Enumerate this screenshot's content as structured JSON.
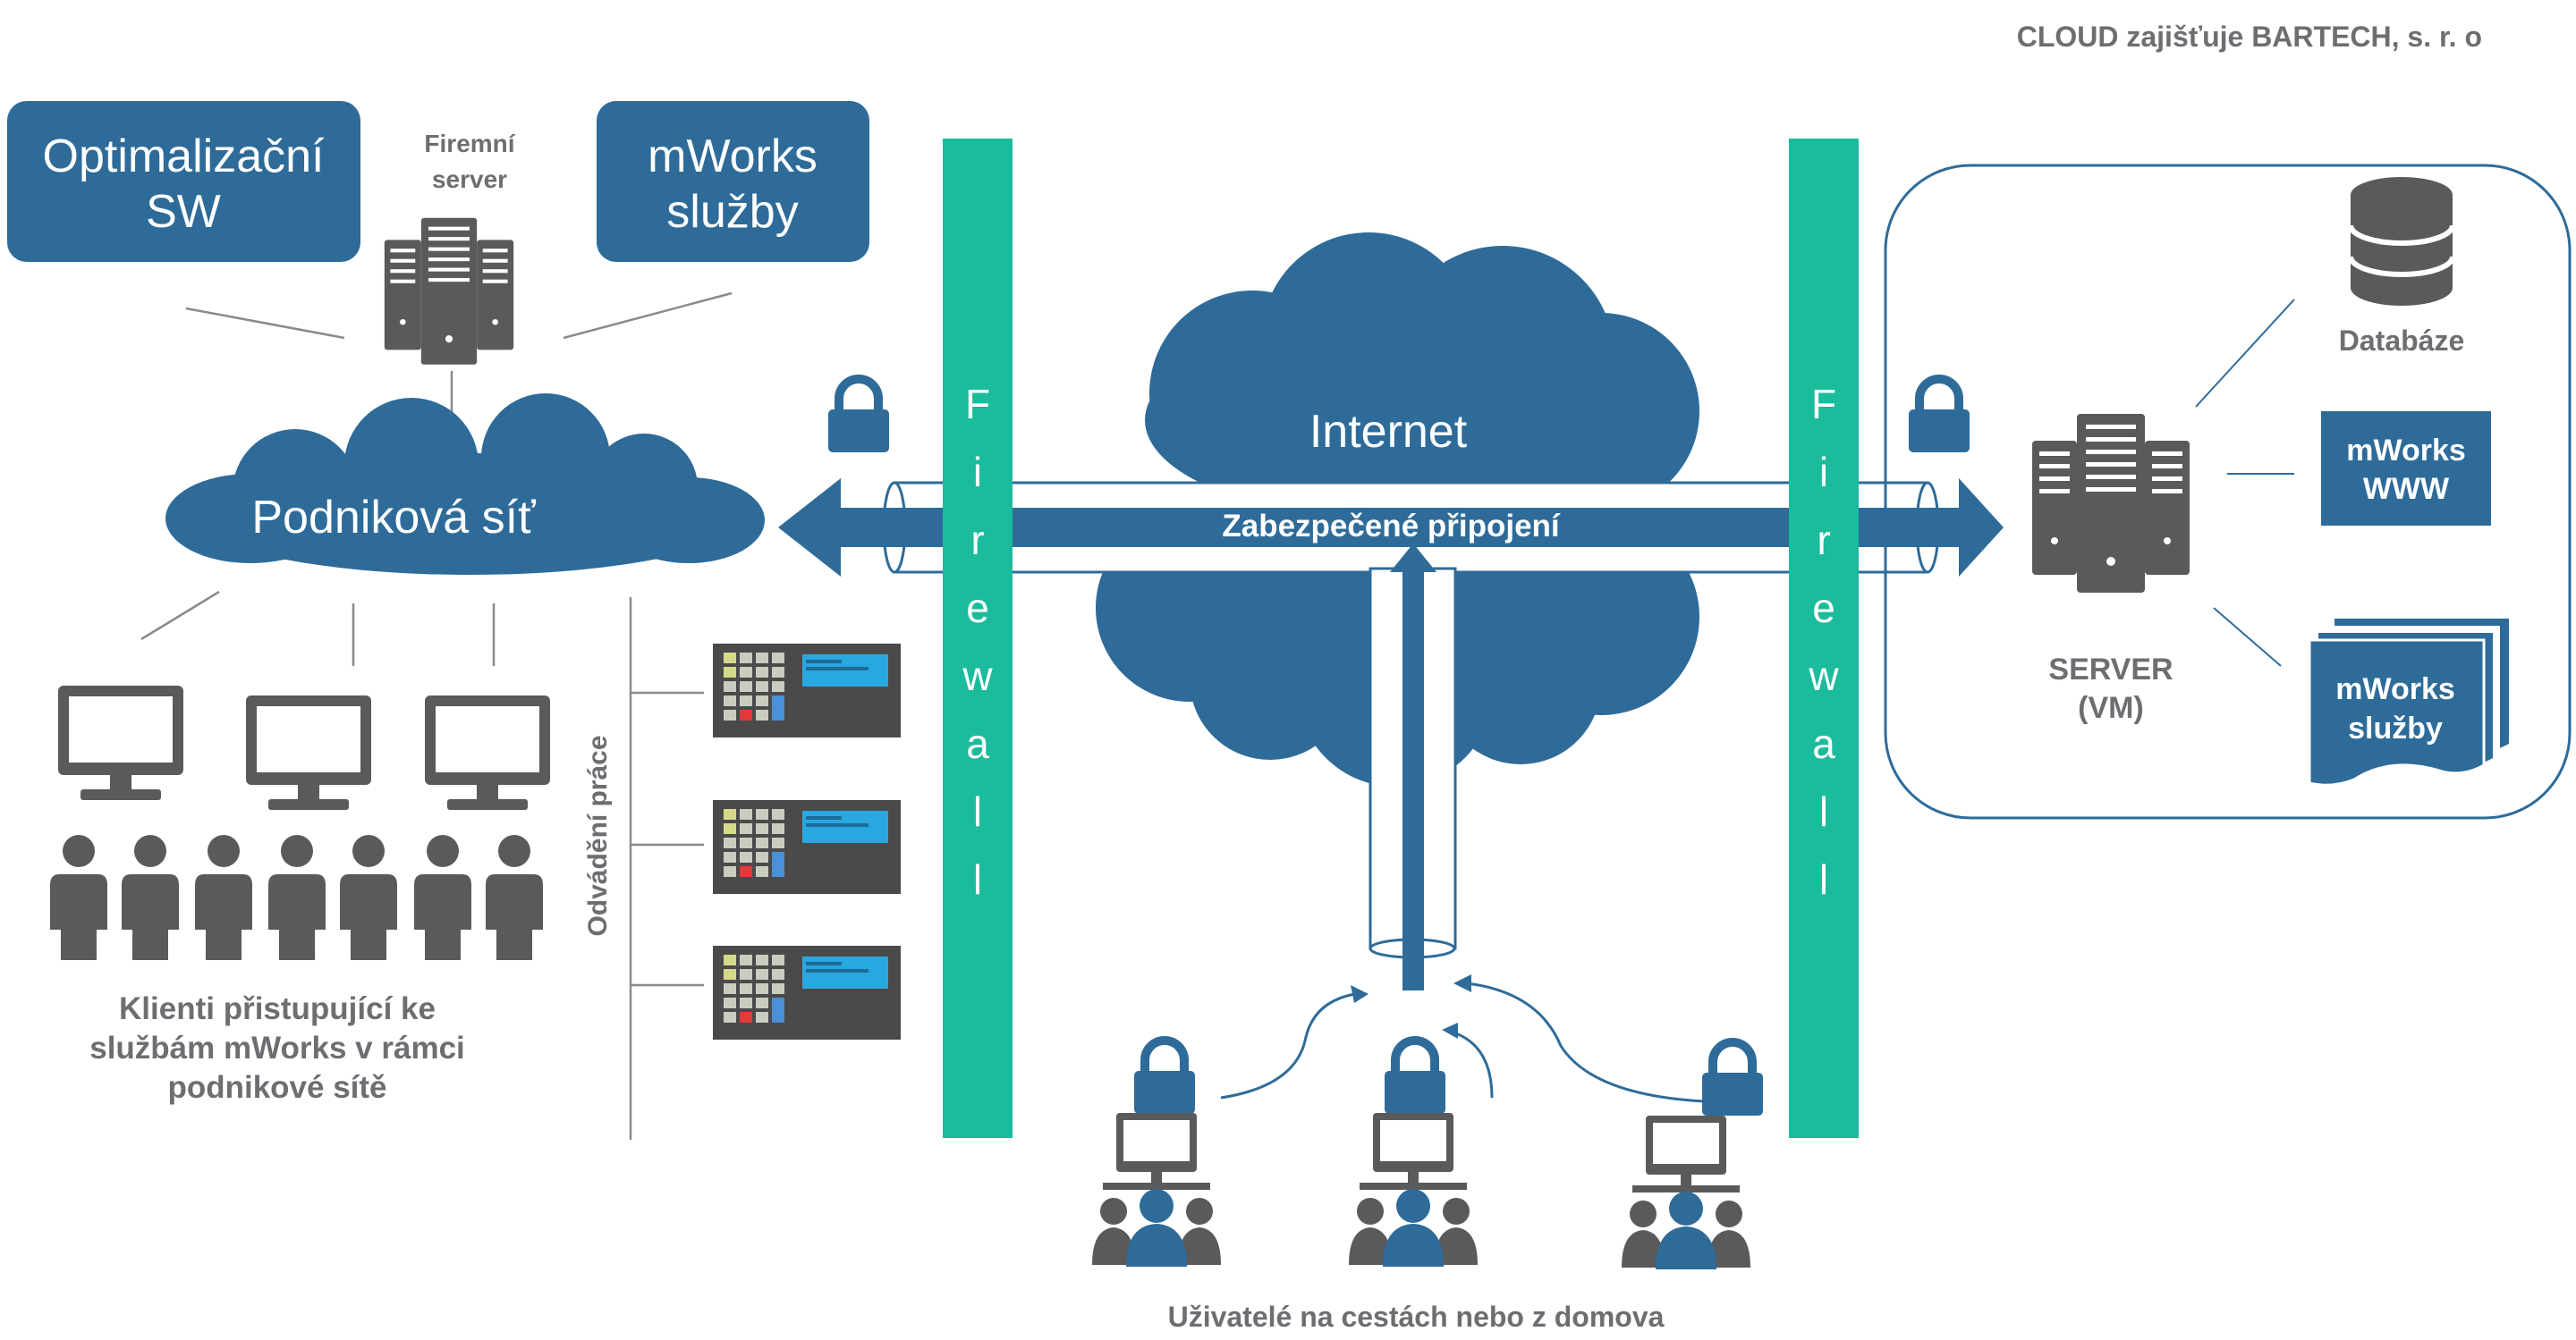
{
  "header": {
    "cloud_provider": "CLOUD zajišťuje BARTECH, s. r. o"
  },
  "corporate": {
    "opt_sw_line1": "Optimalizační",
    "opt_sw_line2": "SW",
    "server_line1": "Firemní",
    "server_line2": "server",
    "mworks_line1": "mWorks",
    "mworks_line2": "služby",
    "network": "Podniková síť",
    "terminals_label": "Odvádění práce",
    "clients_line1": "Klienti přistupující ke",
    "clients_line2": "službám mWorks v rámci",
    "clients_line3": "podnikové sítě"
  },
  "firewall_letters": [
    "F",
    "i",
    "r",
    "e",
    "w",
    "a",
    "l",
    "l"
  ],
  "internet": {
    "cloud_label": "Internet",
    "tunnel_label": "Zabezpečené připojení"
  },
  "remote": {
    "caption": "Uživatelé na cestách nebo z domova"
  },
  "cloud_side": {
    "database": "Databáze",
    "www_line1": "mWorks",
    "www_line2": "WWW",
    "services_line1": "mWorks",
    "services_line2": "služby",
    "server_line1": "SERVER",
    "server_line2": "(VM)"
  },
  "colors": {
    "blue": "#2e6b99",
    "green": "#1abc9c",
    "gray": "#5a5a5a",
    "text_gray": "#6d6e71"
  },
  "icons": [
    "padlock-icon",
    "server-icon",
    "database-icon",
    "monitor-icon",
    "person-icon",
    "terminal-icon",
    "cloud-icon",
    "arrow-icon"
  ]
}
